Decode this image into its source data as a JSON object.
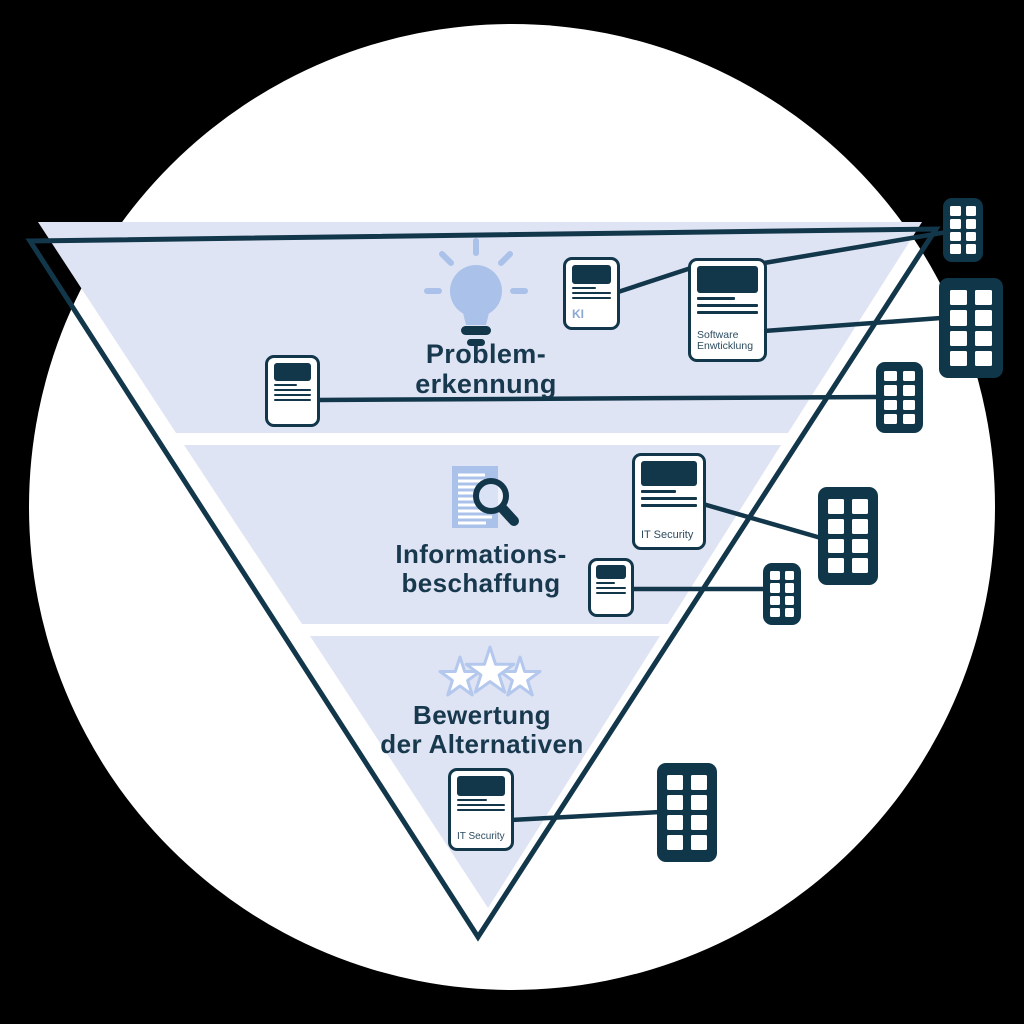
{
  "palette": {
    "canvas_background": "#000000",
    "circle_background": "#ffffff",
    "dark_teal": "#12364a",
    "funnel_band": "#dfe4f4",
    "accent_periwinkle": "#aac2e9",
    "star_outline": "#b4c7ed",
    "ki_label_color": "#8ba8d4"
  },
  "funnel": {
    "stages": [
      {
        "icon": "lightbulb-icon",
        "title_line1": "Problem-",
        "title_line2": "erkennung"
      },
      {
        "icon": "document-search-icon",
        "title_line1": "Informations-",
        "title_line2": "beschaffung"
      },
      {
        "icon": "rating-stars-icon",
        "title_line1": "Bewertung",
        "title_line2": "der Alternativen"
      }
    ]
  },
  "cards": {
    "problem_left": {
      "label": ""
    },
    "ki": {
      "label": "KI"
    },
    "software": {
      "label_line1": "Software",
      "label_line2": "Enwticklung"
    },
    "info_it_security": {
      "label": "IT Security"
    },
    "info_small": {
      "label": ""
    },
    "eval_it_security": {
      "label": "IT Security"
    }
  },
  "icons": [
    "lightbulb-icon",
    "document-search-icon",
    "rating-stars-icon",
    "building-icon",
    "document-card"
  ]
}
